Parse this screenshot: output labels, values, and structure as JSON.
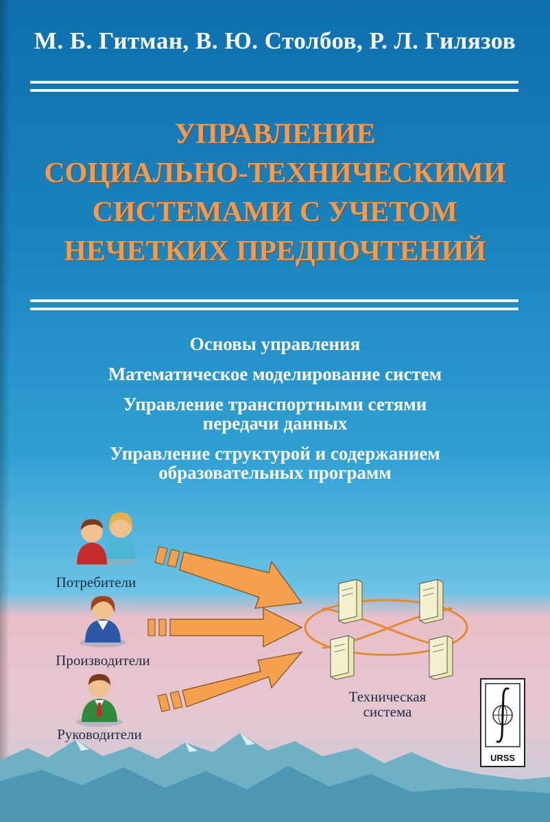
{
  "authors": "М. Б. Гитман,  В. Ю. Столбов,  Р. Л. Гилязов",
  "title_lines": [
    "УПРАВЛЕНИЕ",
    "СОЦИАЛЬНО-ТЕХНИЧЕСКИМИ",
    "СИСТЕМАМИ С УЧЕТОМ",
    "НЕЧЕТКИХ ПРЕДПОЧТЕНИЙ"
  ],
  "topics": [
    "Основы управления",
    "Математическое моделирование систем",
    "Управление транспортными сетями",
    "передачи данных",
    "Управление структурой и содержанием",
    "образовательных программ"
  ],
  "diagram": {
    "consumers": "Потребители",
    "producers": "Производители",
    "managers": "Руководители",
    "tech_line1": "Техническая",
    "tech_line2": "система"
  },
  "publisher": "URSS",
  "colors": {
    "title": "#f29a4e",
    "arrow": "#f5a04c",
    "background_top": "#0f6fae"
  }
}
